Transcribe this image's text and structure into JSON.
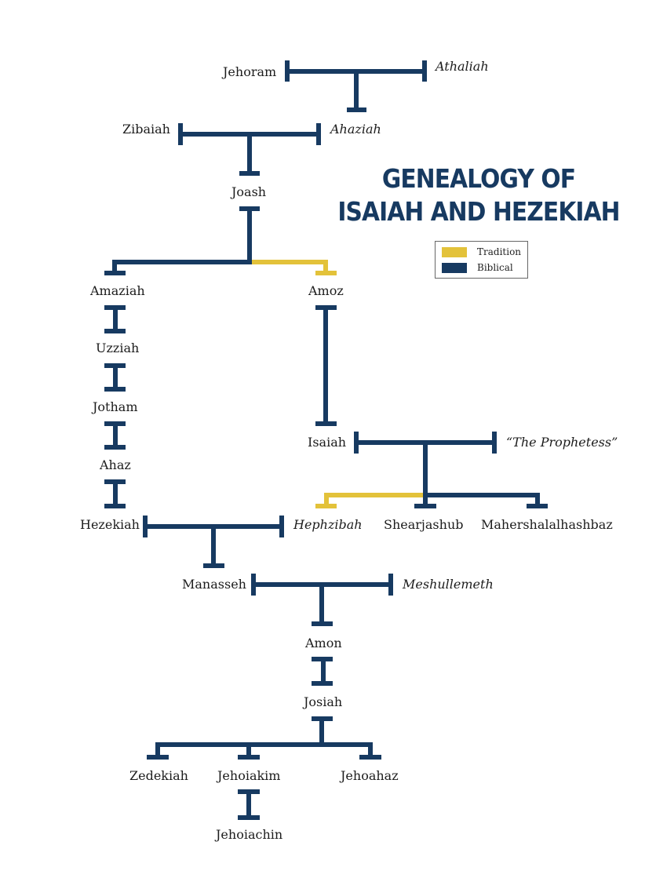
{
  "title": {
    "line1": "GENEALOGY OF",
    "line2": "ISAIAH AND HEZEKIAH"
  },
  "colors": {
    "biblical": "#173a61",
    "tradition": "#e3c23a"
  },
  "legend": {
    "items": [
      {
        "label": "Tradition",
        "color": "#e3c23a"
      },
      {
        "label": "Biblical",
        "color": "#173a61"
      }
    ]
  },
  "people": {
    "jehoram": "Jehoram",
    "athaliah": "Athaliah",
    "zibaiah": "Zibaiah",
    "ahaziah": "Ahaziah",
    "joash": "Joash",
    "amaziah": "Amaziah",
    "amoz": "Amoz",
    "uzziah": "Uzziah",
    "jotham": "Jotham",
    "ahaz": "Ahaz",
    "isaiah": "Isaiah",
    "prophetess": "“The Prophetess”",
    "hezekiah": "Hezekiah",
    "hephzibah": "Hephzibah",
    "shearjashub": "Shearjashub",
    "mahershalalhashbaz": "Mahershalalhashbaz",
    "manasseh": "Manasseh",
    "meshullemeth": "Meshullemeth",
    "amon": "Amon",
    "josiah": "Josiah",
    "zedekiah": "Zedekiah",
    "jehoiakim": "Jehoiakim",
    "jehoahaz": "Jehoahaz",
    "jehoiachin": "Jehoiachin"
  },
  "relations": {
    "marriages": [
      [
        "Jehoram",
        "Athaliah"
      ],
      [
        "Zibaiah",
        "Ahaziah"
      ],
      [
        "Isaiah",
        "The Prophetess"
      ],
      [
        "Hezekiah",
        "Hephzibah"
      ],
      [
        "Manasseh",
        "Meshullemeth"
      ]
    ],
    "biblical_descent": [
      [
        "Jehoram+Athaliah",
        "Ahaziah"
      ],
      [
        "Zibaiah+Ahaziah",
        "Joash"
      ],
      [
        "Joash",
        "Amaziah"
      ],
      [
        "Amaziah",
        "Uzziah"
      ],
      [
        "Uzziah",
        "Jotham"
      ],
      [
        "Jotham",
        "Ahaz"
      ],
      [
        "Ahaz",
        "Hezekiah"
      ],
      [
        "Amoz",
        "Isaiah"
      ],
      [
        "Isaiah+The Prophetess",
        "Shearjashub"
      ],
      [
        "Isaiah+The Prophetess",
        "Mahershalalhashbaz"
      ],
      [
        "Hezekiah+Hephzibah",
        "Manasseh"
      ],
      [
        "Manasseh+Meshullemeth",
        "Amon"
      ],
      [
        "Amon",
        "Josiah"
      ],
      [
        "Josiah",
        "Zedekiah"
      ],
      [
        "Josiah",
        "Jehoiakim"
      ],
      [
        "Josiah",
        "Jehoahaz"
      ],
      [
        "Jehoiakim",
        "Jehoiachin"
      ]
    ],
    "tradition_descent": [
      [
        "Joash",
        "Amoz"
      ],
      [
        "Isaiah+The Prophetess",
        "Hephzibah"
      ]
    ]
  }
}
